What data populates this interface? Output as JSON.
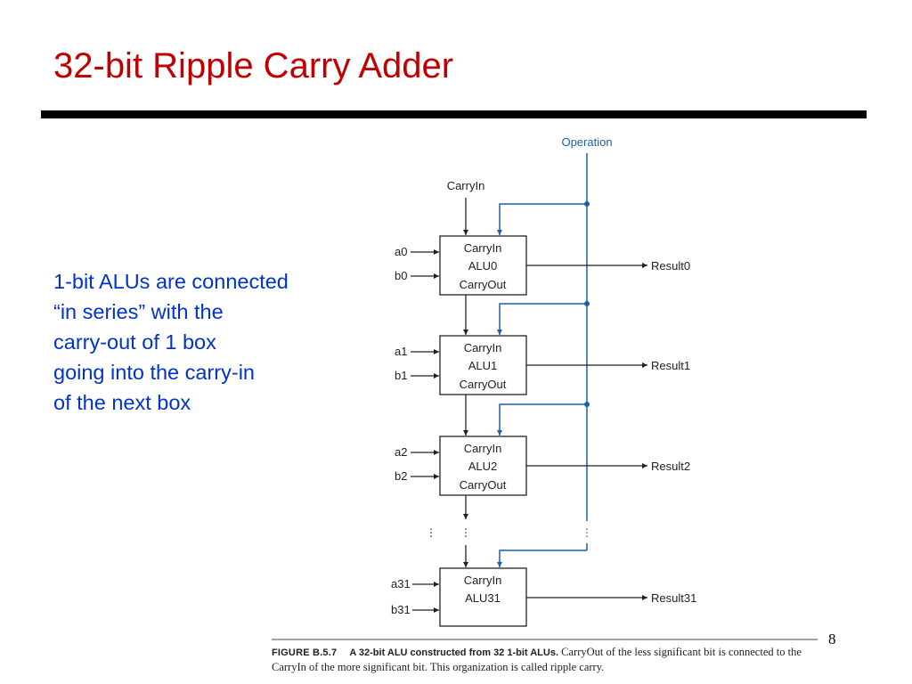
{
  "slide": {
    "title": "32-bit Ripple Carry Adder",
    "page_number": "8"
  },
  "body_lines": [
    "1-bit ALUs are connected",
    "“in series” with the",
    "carry-out of 1 box",
    "going into the carry-in",
    "of the next box"
  ],
  "diagram": {
    "operation_label": "Operation",
    "carryin_label": "CarryIn",
    "alus": [
      {
        "a": "a0",
        "b": "b0",
        "carryin": "CarryIn",
        "name": "ALU0",
        "carryout": "CarryOut",
        "result": "Result0"
      },
      {
        "a": "a1",
        "b": "b1",
        "carryin": "CarryIn",
        "name": "ALU1",
        "carryout": "CarryOut",
        "result": "Result1"
      },
      {
        "a": "a2",
        "b": "b2",
        "carryin": "CarryIn",
        "name": "ALU2",
        "carryout": "CarryOut",
        "result": "Result2"
      },
      {
        "a": "a31",
        "b": "b31",
        "carryin": "CarryIn",
        "name": "ALU31",
        "carryout": "",
        "result": "Result31"
      }
    ],
    "colors": {
      "line": "#222222",
      "operation": "#1f5fa8"
    }
  },
  "caption": {
    "label": "FIGURE B.5.7",
    "bold": "A 32-bit ALU constructed from 32 1-bit ALUs.",
    "text": "CarryOut of the less significant bit is connected to the CarryIn of the more significant bit. This organization is called ripple carry."
  }
}
